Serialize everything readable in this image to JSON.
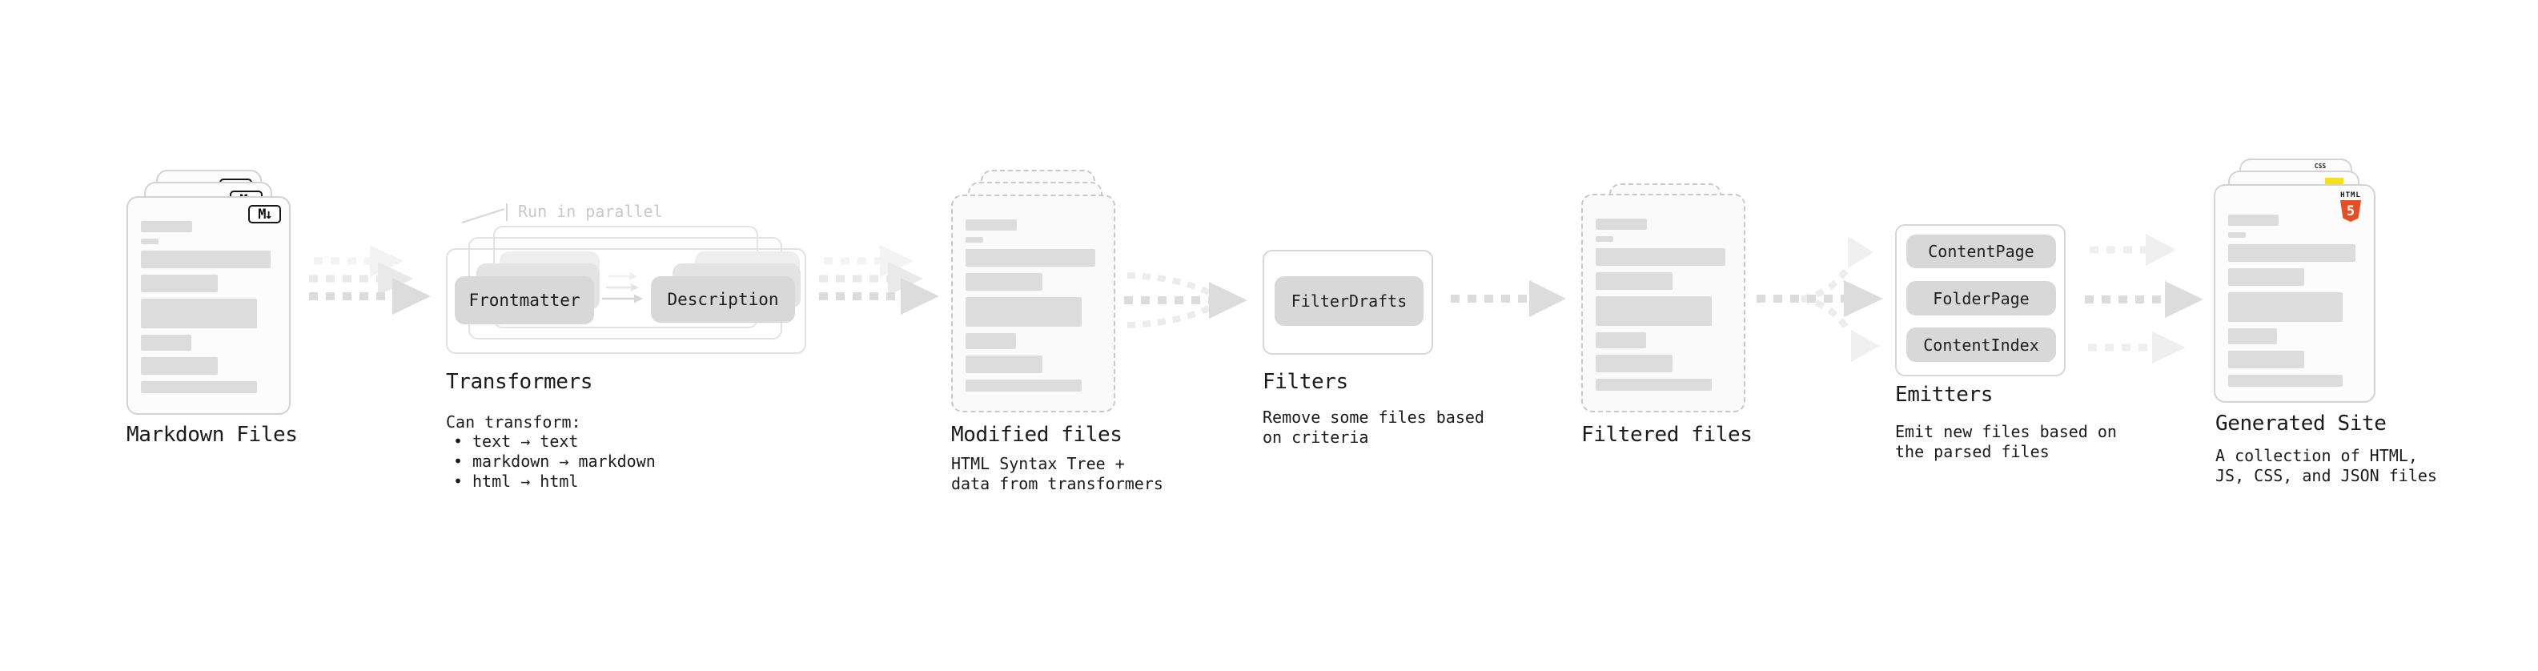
{
  "sections": {
    "markdown_files": {
      "label": "Markdown Files",
      "file_badge": "M↓"
    },
    "transformers": {
      "annotation": "Run in parallel",
      "transformer_1": "Frontmatter",
      "transformer_2": "Description",
      "title": "Transformers",
      "caption_heading": "Can transform:",
      "bullet_glyph": "•",
      "bullets": [
        "text → text",
        "markdown → markdown",
        "html → html"
      ]
    },
    "modified_files": {
      "title": "Modified files",
      "caption_line1": "HTML Syntax Tree +",
      "caption_line2": "data from transformers"
    },
    "filters": {
      "filter_1": "FilterDrafts",
      "title": "Filters",
      "caption_line1": "Remove some files based",
      "caption_line2": "on criteria"
    },
    "filtered_files": {
      "title": "Filtered files"
    },
    "emitters": {
      "boxes": [
        "ContentPage",
        "FolderPage",
        "ContentIndex"
      ],
      "title": "Emitters",
      "caption_line1": "Emit new files based on",
      "caption_line2": "the parsed files"
    },
    "generated_site": {
      "title": "Generated Site",
      "caption_line1": "A collection of HTML,",
      "caption_line2": "JS, CSS, and JSON files",
      "css_badge": "CSS",
      "html_badge_word": "HTML",
      "html_badge_number": "5"
    }
  },
  "colors": {
    "accent_html": "#e34f26",
    "accent_js": "#f7df1e",
    "accent_css": "#2965f1",
    "box_fill": "#d8d8d8",
    "arrow_dark": "#dcdcdc",
    "arrow_light": "#ececec",
    "text": "#1c1c1c",
    "muted": "#c9c9c9"
  }
}
